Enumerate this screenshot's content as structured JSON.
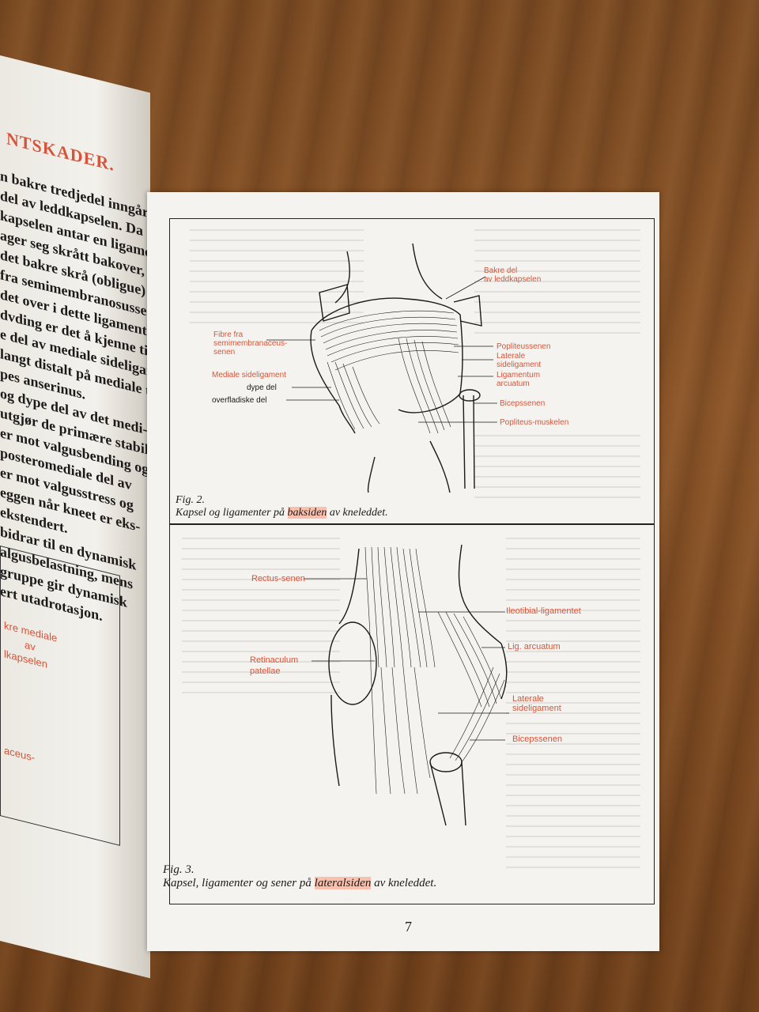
{
  "left_page": {
    "heading": "NTSKADER.",
    "text_lines": [
      "n bakre tredjedel inngår",
      "del av leddkapselen. Da denne",
      "kapselen antar en ligament",
      "ager seg skrått bakover, kalles",
      "det bakre skrå (obligue) lig-",
      "fra semimembranosussenen",
      "det over i dette ligament.",
      "dvding er det å kjenne til at",
      "e del av mediale sideligament",
      "langt distalt på mediale tibia",
      "pes anserinus.",
      "og dype del av det medi-",
      "utgjør de primære stabili-",
      "er mot valgusbending og",
      "posteromediale del av",
      "er mot valgusstress og",
      "eggen når kneet er eks-",
      "ekstendert.",
      "bidrar til en dynamisk",
      "algusbelastning, mens",
      "gruppe gir dynamisk",
      "ert utadrotasjon."
    ],
    "box_labels": [
      "kre mediale",
      "av",
      "lkapselen",
      "aceus-"
    ]
  },
  "fig2": {
    "labels_left": [
      "Fibre fra",
      "semimembranaceus-",
      "senen",
      "Mediale sideligament",
      "dype del",
      "overfladiske del"
    ],
    "labels_right": [
      "Bakre del",
      "av leddkapselen",
      "Popliteussenen",
      "Laterale",
      "sideligament",
      "Ligamentum",
      "arcuatum",
      "Bicepssenen",
      "Popliteus-muskelen"
    ],
    "caption_num": "Fig. 2.",
    "caption_pre": "Kapsel og ligamenter på",
    "caption_hl": "baksiden",
    "caption_post": "av kneleddet."
  },
  "fig3": {
    "labels": [
      "Rectus-senen",
      "Retinaculum",
      "patellae",
      "Ileotibial-ligamentet",
      "Lig. arcuatum",
      "Laterale",
      "sideligament",
      "Bicepssenen"
    ],
    "caption_num": "Fig. 3.",
    "caption_pre": "Kapsel, ligamenter og sener på",
    "caption_hl": "lateralsiden",
    "caption_post": "av kneleddet."
  },
  "page_number": "7",
  "colors": {
    "accent": "#d6553a",
    "highlight": "#ff9678",
    "paper": "#f4f3ef",
    "wood": "#7a4a22"
  }
}
